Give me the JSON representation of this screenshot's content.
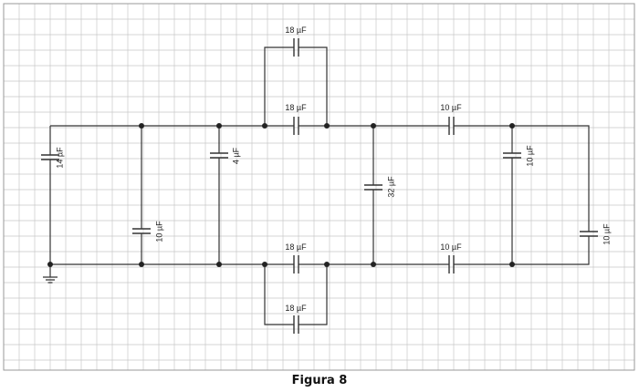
{
  "figure_caption": "Figura 8",
  "capacitor_labels": {
    "c_left": "14 µF",
    "c_shunt_a": "10 µF",
    "c_shunt_b": "4 µF",
    "c_top_loop": "18 µF",
    "c_top_mid": "18 µF",
    "c_bot_mid": "18 µF",
    "c_bot_loop": "18 µF",
    "c_center": "32 µF",
    "c_top_right": "10 µF",
    "c_bot_right": "10 µF",
    "c_right_shunt": "10 µF",
    "c_right_end": "10 µF"
  },
  "colors": {
    "grid": "#c8c8c8",
    "wire": "#333333",
    "node": "#222222",
    "border": "#9a9a9a"
  }
}
